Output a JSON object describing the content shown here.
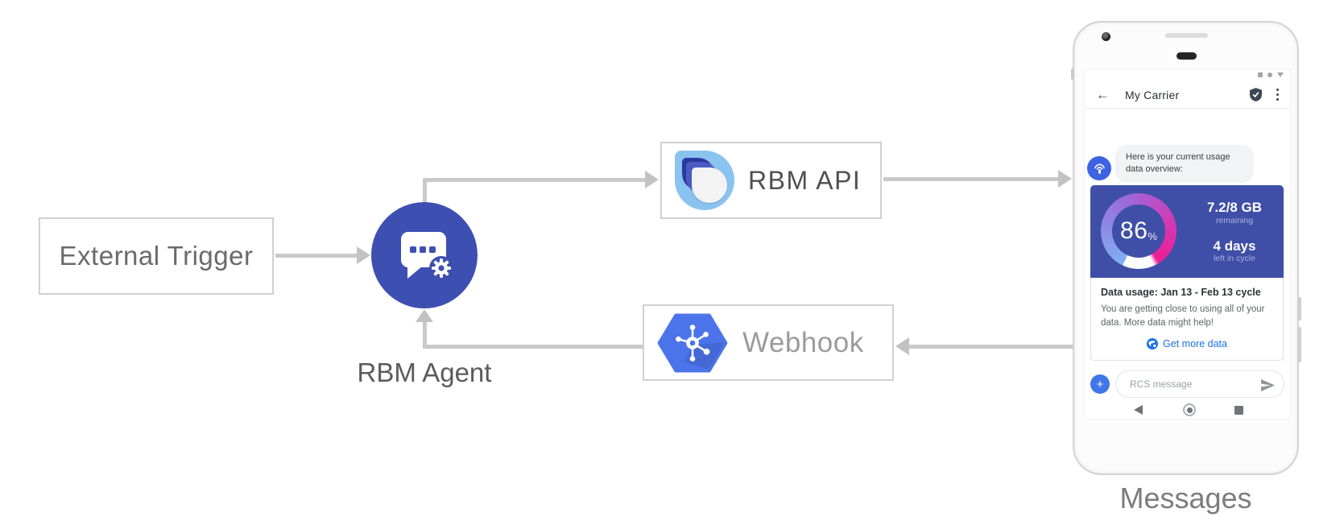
{
  "diagram": {
    "external_trigger_label": "External Trigger",
    "rbm_agent_label": "RBM Agent",
    "rbm_api_label": "RBM API",
    "webhook_label": "Webhook",
    "phone_caption": "Messages"
  },
  "phone": {
    "header": {
      "title": "My Carrier"
    },
    "chat": {
      "agent_message": "Here is your current usage data overview:"
    },
    "usage_card": {
      "percent_value": "86",
      "percent_sign": "%",
      "remaining_value": "7.2/8 GB",
      "remaining_label": "remaining",
      "days_value": "4 days",
      "days_label": "left in cycle",
      "title": "Data usage: Jan 13 - Feb 13 cycle",
      "body": "You are getting close to using all of your data. More data might help!",
      "action_label": "Get more data"
    },
    "compose": {
      "plus_label": "+",
      "placeholder": "RCS message"
    },
    "back_glyph": "←"
  },
  "chart_data": {
    "type": "donut",
    "values": [
      86,
      14
    ],
    "labels": [
      "gauge-filled",
      "gauge-unfilled"
    ],
    "center_label": "86%",
    "annotations": [
      "7.2/8 GB remaining",
      "4 days left in cycle"
    ],
    "gradient": [
      "#7FB0F2",
      "#9B6BDC",
      "#D239B2",
      "#F01C96"
    ]
  },
  "colors": {
    "arrow_gray": "#C9C9C9",
    "box_border_gray": "#D0D0D0",
    "agent_circle_indigo": "#3E4FB2",
    "card_indigo": "#3F4FA8",
    "webhook_hex_blue": "#4C74EA",
    "avatar_blue": "#3D63E2",
    "plus_button_blue": "#4077E8",
    "link_blue": "#1A73E8",
    "rbm_logo_light_blue": "#8AC3F0",
    "rbm_logo_dark_blue": "#2C3AA0"
  }
}
